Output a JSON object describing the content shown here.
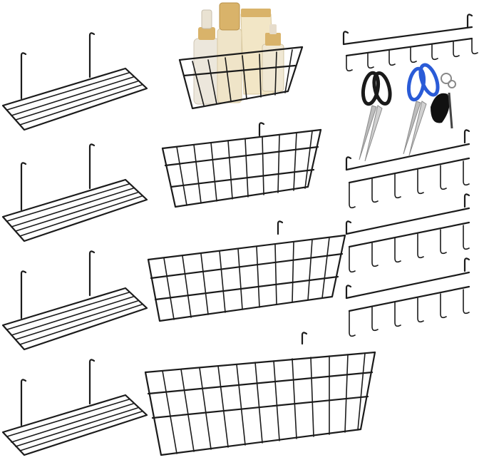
{
  "image": {
    "description_colors": {
      "background": "#ffffff",
      "wire": "#1b1b1b",
      "scissors_red": "#1a1a1a",
      "scissors_blue": "#2a5bd7",
      "bottle_gold": "#d9b36a",
      "bottle_cream": "#efe4c8",
      "key_black": "#111111"
    },
    "items": {
      "shelves": 4,
      "baskets": 4,
      "hook_racks": 4
    }
  }
}
